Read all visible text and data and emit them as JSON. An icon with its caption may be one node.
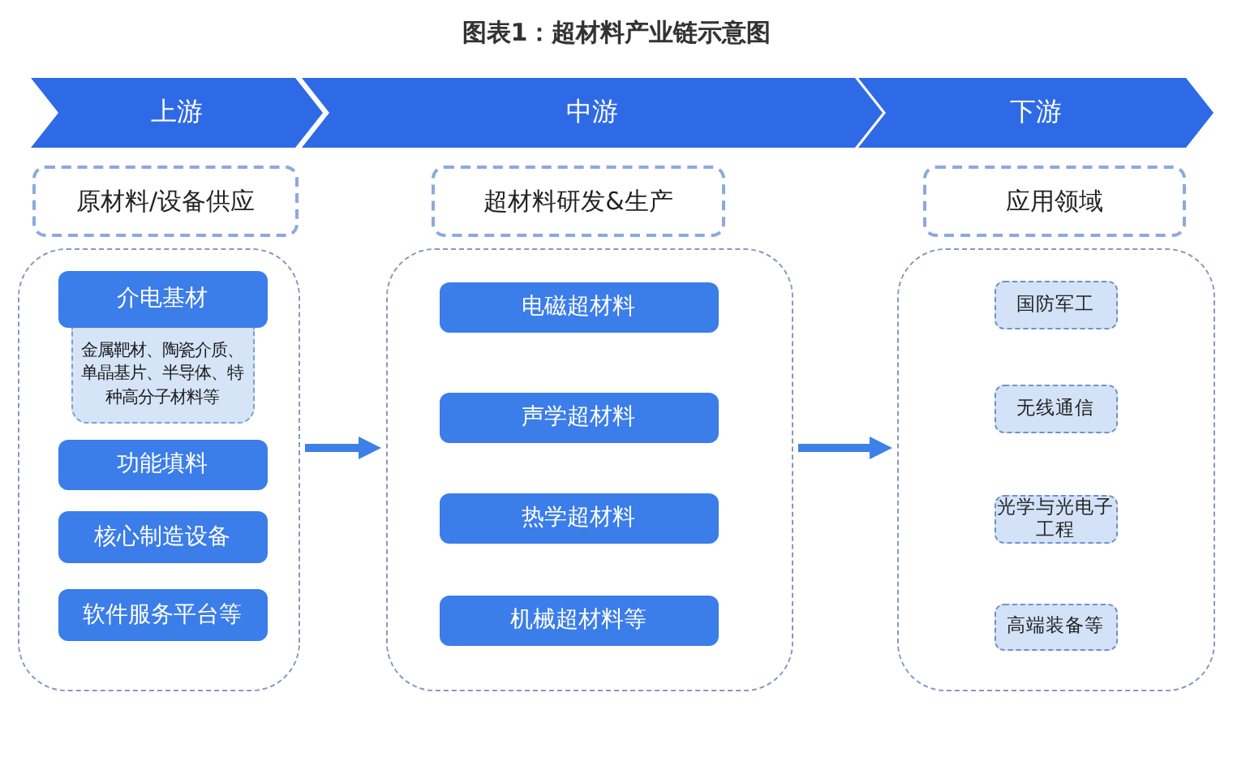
{
  "diagram": {
    "title": "图表1：超材料产业链示意图",
    "nodes": [
      {
        "text": [
          "上游"
        ]
      },
      {
        "text": [
          "中游"
        ]
      },
      {
        "text": [
          "下游"
        ]
      },
      {
        "text": [
          "原材料/设备供应"
        ]
      },
      {
        "text": [
          "超材料研发&生产"
        ]
      },
      {
        "text": [
          "应用领域"
        ]
      },
      {
        "text": [],
        "shape": "box"
      },
      {
        "text": [
          "介电基材"
        ],
        "in": 6
      },
      {
        "text": [
          "金属靶材、陶瓷介质、单晶基片、半导体、特种高分子材料等"
        ],
        "in": 6
      },
      {
        "text": [
          "功能填料"
        ],
        "in": 6
      },
      {
        "text": [
          "核心制造设备"
        ],
        "in": 6
      },
      {
        "text": [
          "软件服务平台等"
        ],
        "in": 6
      },
      {
        "text": [],
        "shape": "box"
      },
      {
        "text": [
          "电磁超材料"
        ],
        "in": 12
      },
      {
        "text": [
          "声学超材料"
        ],
        "in": 12
      },
      {
        "text": [
          "热学超材料"
        ],
        "in": 12
      },
      {
        "text": [
          "机械超材料等"
        ],
        "in": 12
      },
      {
        "text": [],
        "shape": "box"
      },
      {
        "text": [
          "国防军工"
        ],
        "in": 17
      },
      {
        "text": [
          "无线通信"
        ],
        "in": 17
      },
      {
        "text": [
          "光学与光电子工程"
        ],
        "in": 17
      },
      {
        "text": [
          "高端装备等"
        ],
        "in": 17
      }
    ],
    "edges": [
      {
        "from": 6,
        "to": 12,
        "arrow": "to"
      },
      {
        "from": 12,
        "to": 17,
        "arrow": "to"
      }
    ]
  }
}
